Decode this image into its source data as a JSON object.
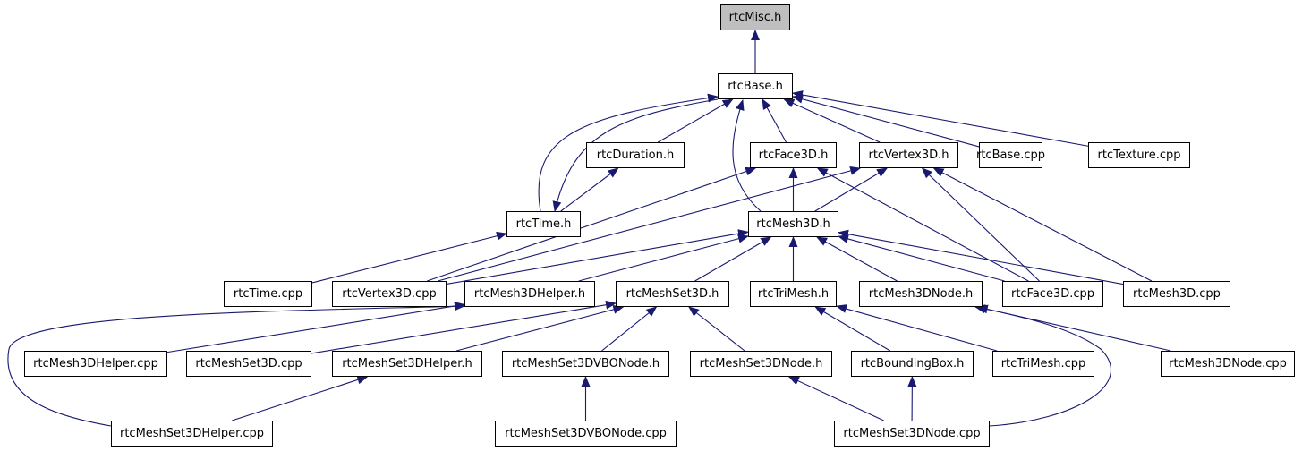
{
  "graph": {
    "root": "rtcMisc.h",
    "edge_color": "#191970",
    "root_fill": "#bfbfbf",
    "nodes": [
      "rtcMisc.h",
      "rtcBase.h",
      "rtcDuration.h",
      "rtcFace3D.h",
      "rtcVertex3D.h",
      "rtcBase.cpp",
      "rtcTexture.cpp",
      "rtcTime.h",
      "rtcMesh3D.h",
      "rtcTime.cpp",
      "rtcVertex3D.cpp",
      "rtcMesh3DHelper.h",
      "rtcMeshSet3D.h",
      "rtcTriMesh.h",
      "rtcMesh3DNode.h",
      "rtcFace3D.cpp",
      "rtcMesh3D.cpp",
      "rtcMesh3DHelper.cpp",
      "rtcMeshSet3D.cpp",
      "rtcMeshSet3DHelper.h",
      "rtcMeshSet3DVBONode.h",
      "rtcMeshSet3DNode.h",
      "rtcBoundingBox.h",
      "rtcTriMesh.cpp",
      "rtcMesh3DNode.cpp",
      "rtcMeshSet3DHelper.cpp",
      "rtcMeshSet3DVBONode.cpp",
      "rtcMeshSet3DNode.cpp"
    ],
    "edges": [
      [
        "rtcBase.h",
        "rtcMisc.h"
      ],
      [
        "rtcTime.h",
        "rtcBase.h"
      ],
      [
        "rtcBase.h",
        "rtcTime.h"
      ],
      [
        "rtcDuration.h",
        "rtcBase.h"
      ],
      [
        "rtcMesh3D.h",
        "rtcBase.h"
      ],
      [
        "rtcFace3D.h",
        "rtcBase.h"
      ],
      [
        "rtcVertex3D.h",
        "rtcBase.h"
      ],
      [
        "rtcBase.cpp",
        "rtcBase.h"
      ],
      [
        "rtcTexture.cpp",
        "rtcBase.h"
      ],
      [
        "rtcTime.h",
        "rtcDuration.h"
      ],
      [
        "rtcVertex3D.cpp",
        "rtcFace3D.h"
      ],
      [
        "rtcMesh3D.h",
        "rtcFace3D.h"
      ],
      [
        "rtcFace3D.cpp",
        "rtcFace3D.h"
      ],
      [
        "rtcVertex3D.cpp",
        "rtcVertex3D.h"
      ],
      [
        "rtcMesh3D.h",
        "rtcVertex3D.h"
      ],
      [
        "rtcFace3D.cpp",
        "rtcVertex3D.h"
      ],
      [
        "rtcMesh3D.cpp",
        "rtcVertex3D.h"
      ],
      [
        "rtcTime.cpp",
        "rtcTime.h"
      ],
      [
        "rtcVertex3D.cpp",
        "rtcMesh3D.h"
      ],
      [
        "rtcMesh3DHelper.h",
        "rtcMesh3D.h"
      ],
      [
        "rtcMeshSet3D.h",
        "rtcMesh3D.h"
      ],
      [
        "rtcTriMesh.h",
        "rtcMesh3D.h"
      ],
      [
        "rtcMesh3DNode.h",
        "rtcMesh3D.h"
      ],
      [
        "rtcFace3D.cpp",
        "rtcMesh3D.h"
      ],
      [
        "rtcMesh3D.cpp",
        "rtcMesh3D.h"
      ],
      [
        "rtcMesh3DHelper.cpp",
        "rtcMesh3DHelper.h"
      ],
      [
        "rtcMeshSet3DHelper.cpp",
        "rtcMesh3DHelper.h"
      ],
      [
        "rtcMeshSet3D.cpp",
        "rtcMeshSet3D.h"
      ],
      [
        "rtcMeshSet3DHelper.h",
        "rtcMeshSet3D.h"
      ],
      [
        "rtcMeshSet3DVBONode.h",
        "rtcMeshSet3D.h"
      ],
      [
        "rtcMeshSet3DNode.h",
        "rtcMeshSet3D.h"
      ],
      [
        "rtcBoundingBox.h",
        "rtcTriMesh.h"
      ],
      [
        "rtcTriMesh.cpp",
        "rtcTriMesh.h"
      ],
      [
        "rtcMesh3DNode.cpp",
        "rtcMesh3DNode.h"
      ],
      [
        "rtcMeshSet3DNode.cpp",
        "rtcMesh3DNode.h"
      ],
      [
        "rtcMeshSet3DHelper.cpp",
        "rtcMeshSet3DHelper.h"
      ],
      [
        "rtcMeshSet3DVBONode.cpp",
        "rtcMeshSet3DVBONode.h"
      ],
      [
        "rtcMeshSet3DNode.cpp",
        "rtcMeshSet3DNode.h"
      ],
      [
        "rtcMeshSet3DNode.cpp",
        "rtcBoundingBox.h"
      ]
    ]
  }
}
